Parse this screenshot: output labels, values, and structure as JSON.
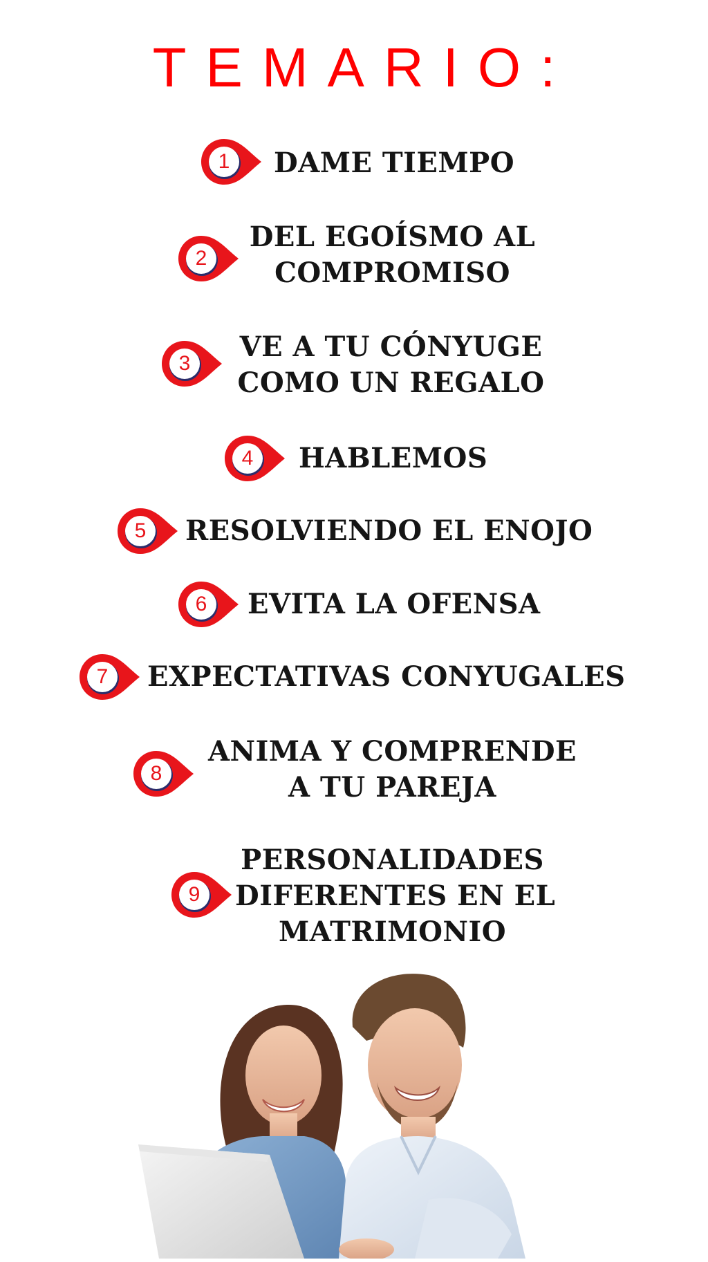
{
  "title": "TEMARIO:",
  "colors": {
    "accent": "#ff0000",
    "marker_ring": "#e8151b",
    "marker_shadow": "#2b2d6b",
    "text": "#151515"
  },
  "topics": [
    {
      "number": "1",
      "lines": [
        "DAME TIEMPO"
      ]
    },
    {
      "number": "2",
      "lines": [
        "DEL EGOÍSMO AL",
        "COMPROMISO"
      ]
    },
    {
      "number": "3",
      "lines": [
        "VE A TU CÓNYUGE",
        "COMO UN REGALO"
      ]
    },
    {
      "number": "4",
      "lines": [
        "HABLEMOS"
      ]
    },
    {
      "number": "5",
      "lines": [
        "RESOLVIENDO EL ENOJO"
      ]
    },
    {
      "number": "6",
      "lines": [
        "EVITA LA OFENSA"
      ]
    },
    {
      "number": "7",
      "lines": [
        "EXPECTATIVAS CONYUGALES"
      ]
    },
    {
      "number": "8",
      "lines": [
        "ANIMA Y COMPRENDE",
        "A TU PAREJA"
      ]
    },
    {
      "number": "9",
      "lines": [
        "PERSONALIDADES",
        "DIFERENTES EN EL",
        "MATRIMONIO"
      ]
    }
  ]
}
